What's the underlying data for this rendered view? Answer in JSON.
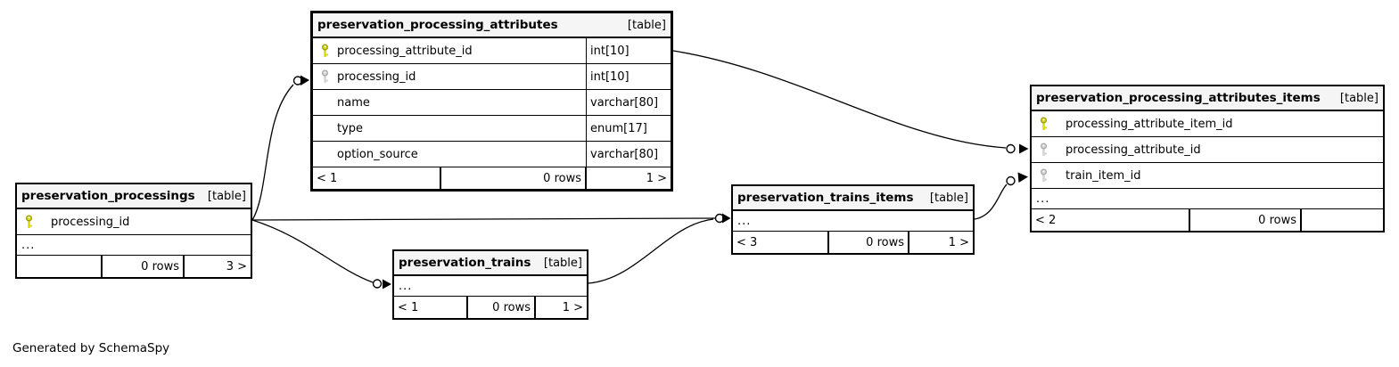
{
  "diagram": {
    "generator_note": "Generated by SchemaSpy",
    "ellipsis_label": "...",
    "colors": {
      "header_bg": "#f5f5f5",
      "border": "#000000",
      "primary_key": "#d9d900",
      "primary_key_stroke": "#9a9a00",
      "foreign_key": "#d2d2d2",
      "foreign_key_stroke": "#a8a8a8"
    },
    "tables": [
      {
        "id": "preservation_processing_attributes",
        "name": "preservation_processing_attributes",
        "tag": "[table]",
        "emphasized": true,
        "columns": [
          {
            "key": "primary",
            "name": "processing_attribute_id",
            "type": "int[10]"
          },
          {
            "key": "foreign",
            "name": "processing_id",
            "type": "int[10]"
          },
          {
            "key": null,
            "name": "name",
            "type": "varchar[80]"
          },
          {
            "key": null,
            "name": "type",
            "type": "enum[17]"
          },
          {
            "key": null,
            "name": "option_source",
            "type": "varchar[80]"
          }
        ],
        "ellipsis": false,
        "footer": {
          "left": "< 1",
          "center": "0 rows",
          "right": "1 >"
        }
      },
      {
        "id": "preservation_processing_attributes_items",
        "name": "preservation_processing_attributes_items",
        "tag": "[table]",
        "emphasized": false,
        "columns": [
          {
            "key": "primary",
            "name": "processing_attribute_item_id",
            "type": ""
          },
          {
            "key": "foreign",
            "name": "processing_attribute_id",
            "type": ""
          },
          {
            "key": "foreign",
            "name": "train_item_id",
            "type": ""
          }
        ],
        "ellipsis": true,
        "footer": {
          "left": "< 2",
          "center": "0 rows",
          "right": ""
        }
      },
      {
        "id": "preservation_processings",
        "name": "preservation_processings",
        "tag": "[table]",
        "emphasized": false,
        "columns": [
          {
            "key": "primary",
            "name": "processing_id",
            "type": ""
          }
        ],
        "ellipsis": true,
        "footer": {
          "left": "",
          "center": "0 rows",
          "right": "3 >"
        }
      },
      {
        "id": "preservation_trains_items",
        "name": "preservation_trains_items",
        "tag": "[table]",
        "emphasized": false,
        "columns": [],
        "ellipsis": true,
        "footer": {
          "left": "< 3",
          "center": "0 rows",
          "right": "1 >"
        }
      },
      {
        "id": "preservation_trains",
        "name": "preservation_trains",
        "tag": "[table]",
        "emphasized": false,
        "columns": [],
        "ellipsis": true,
        "footer": {
          "left": "< 1",
          "center": "0 rows",
          "right": "1 >"
        }
      }
    ],
    "relationships": [
      {
        "from": "preservation_processings.processing_id",
        "to": "preservation_processing_attributes.processing_id"
      },
      {
        "from": "preservation_processings.processing_id",
        "to": "preservation_trains_items"
      },
      {
        "from": "preservation_processings.processing_id",
        "to": "preservation_trains"
      },
      {
        "from": "preservation_trains",
        "to": "preservation_trains_items"
      },
      {
        "from": "preservation_processing_attributes.processing_attribute_id",
        "to": "preservation_processing_attributes_items.processing_attribute_id"
      },
      {
        "from": "preservation_trains_items",
        "to": "preservation_processing_attributes_items.train_item_id"
      }
    ]
  }
}
